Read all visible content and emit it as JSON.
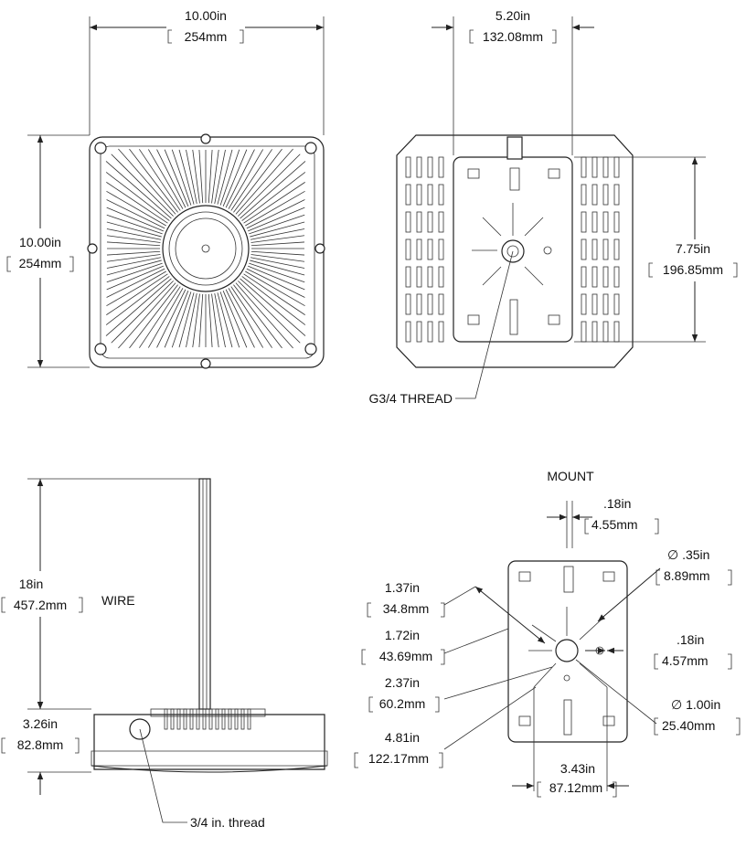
{
  "views": {
    "top": {
      "width_in": "10.00in",
      "width_mm": "254mm",
      "height_in": "10.00in",
      "height_mm": "254mm"
    },
    "back": {
      "width_in": "5.20in",
      "width_mm": "132.08mm",
      "height_in": "7.75in",
      "height_mm": "196.85mm",
      "callout": "G3/4 THREAD"
    },
    "side": {
      "wire_in": "18in",
      "wire_mm": "457.2mm",
      "wire_label": "WIRE",
      "body_in": "3.26in",
      "body_mm": "82.8mm",
      "callout": "3/4 in. thread"
    },
    "mount": {
      "title": "MOUNT",
      "slot_in": ".18in",
      "slot_mm": "4.55mm",
      "hole_in": "∅ .35in",
      "hole_mm": "8.89mm",
      "side_slot_in": ".18in",
      "side_slot_mm": "4.57mm",
      "center_in": "∅ 1.00in",
      "center_mm": "25.40mm",
      "d1_in": "1.37in",
      "d1_mm": "34.8mm",
      "d2_in": "1.72in",
      "d2_mm": "43.69mm",
      "d3_in": "2.37in",
      "d3_mm": "60.2mm",
      "d4_in": "4.81in",
      "d4_mm": "122.17mm",
      "width_in": "3.43in",
      "width_mm": "87.12mm"
    }
  }
}
